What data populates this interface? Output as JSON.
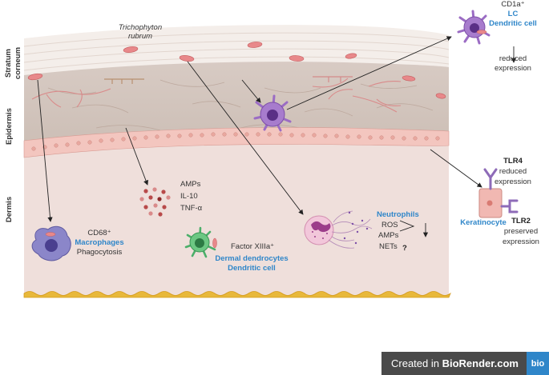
{
  "layers": {
    "stratum_corneum": [
      "Stratum",
      "corneum"
    ],
    "epidermis": "Epidermis",
    "dermis": "Dermis"
  },
  "pathogen": [
    "Trichophyton",
    "rubrum"
  ],
  "lc": {
    "marker": "CD1a⁺",
    "names": [
      "LC",
      "Dendritic cell"
    ],
    "outcome": [
      "reduced",
      "expression"
    ]
  },
  "mediators": [
    "AMPs",
    "IL-10",
    "TNF-α"
  ],
  "macrophage": {
    "marker": "CD68⁺",
    "name": "Macrophages",
    "function": "Phagocytosis"
  },
  "dermal_dc": {
    "marker": "Factor XIIIa⁺",
    "names": [
      "Dermal dendrocytes",
      "Dendritic cell"
    ]
  },
  "neutrophil": {
    "name": "Neutrophils",
    "functions": [
      "ROS",
      "AMPs",
      "NETs"
    ],
    "question": "?"
  },
  "keratinocyte": {
    "name": "Keratinocyte",
    "tlr4": {
      "label": "TLR4",
      "state": [
        "reduced",
        "expression"
      ]
    },
    "tlr2": {
      "label": "TLR2",
      "state": [
        "preserved",
        "expression"
      ]
    }
  },
  "branding": {
    "prefix": "Created in ",
    "brand": "BioRender.com",
    "logo": "bio"
  },
  "colors": {
    "label_blue": "#2f86c9",
    "pathogen_red": "#c0392b",
    "lc_purple": "#8e5bb5",
    "dermis": "#efdfdb"
  }
}
